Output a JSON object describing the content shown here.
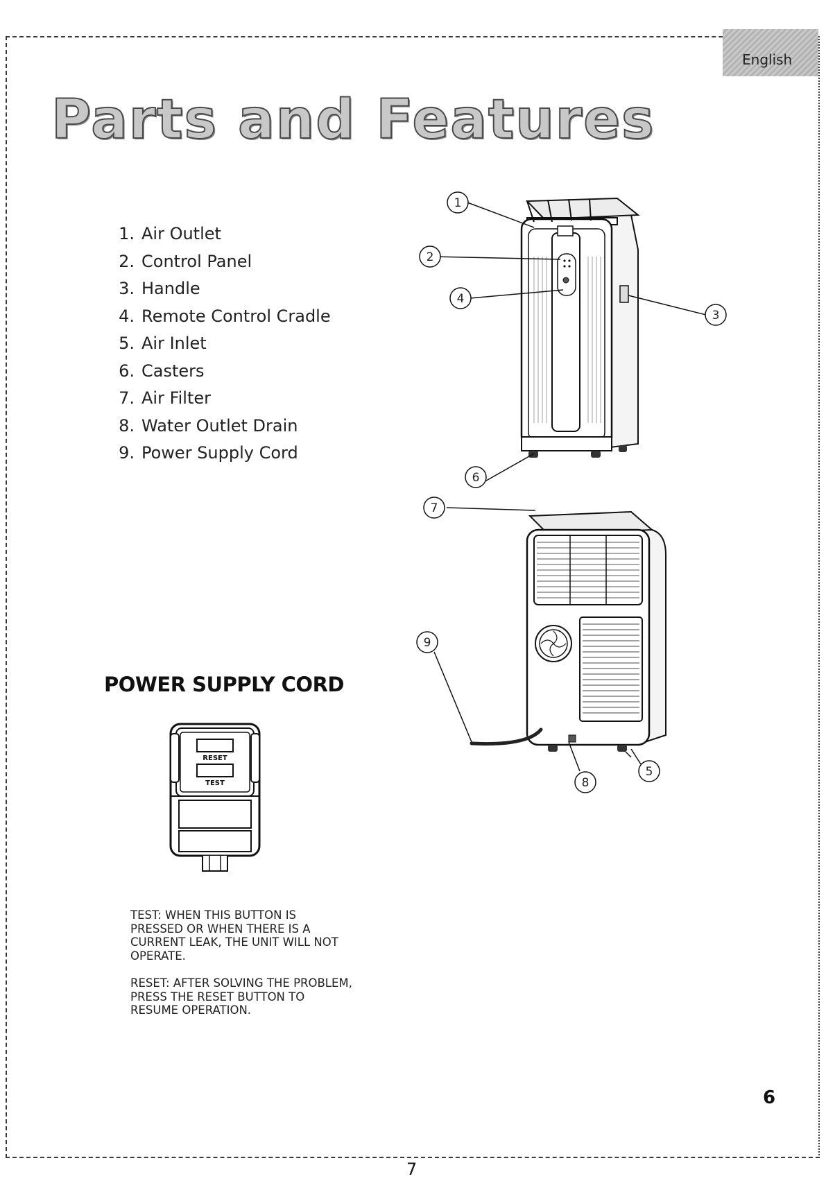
{
  "header": {
    "language_tab": "English"
  },
  "title": "Parts and Features",
  "parts_list": [
    {
      "number": "1.",
      "label": "Air Outlet"
    },
    {
      "number": "2.",
      "label": "Control Panel"
    },
    {
      "number": "3.",
      "label": "Handle"
    },
    {
      "number": "4.",
      "label": "Remote Control Cradle"
    },
    {
      "number": "5.",
      "label": "Air Inlet"
    },
    {
      "number": "6.",
      "label": "Casters"
    },
    {
      "number": "7.",
      "label": "Air Filter"
    },
    {
      "number": "8.",
      "label": "Water Outlet Drain"
    },
    {
      "number": "9.",
      "label": "Power Supply Cord"
    }
  ],
  "power_cord": {
    "heading": "POWER SUPPLY CORD",
    "plug_labels": {
      "reset": "RESET",
      "test": "TEST"
    },
    "notes": [
      "TEST: WHEN THIS BUTTON IS PRESSED OR WHEN THERE IS A CURRENT LEAK, THE UNIT WILL NOT OPERATE.",
      "RESET: AFTER SOLVING THE PROBLEM, PRESS THE RESET BUTTON TO RESUME OPERATION."
    ]
  },
  "diagram_callouts": {
    "front": [
      "1",
      "2",
      "3",
      "4",
      "6"
    ],
    "back": [
      "7",
      "9",
      "5",
      "8"
    ]
  },
  "page_numbers": {
    "right": "6",
    "bottom": "7"
  }
}
